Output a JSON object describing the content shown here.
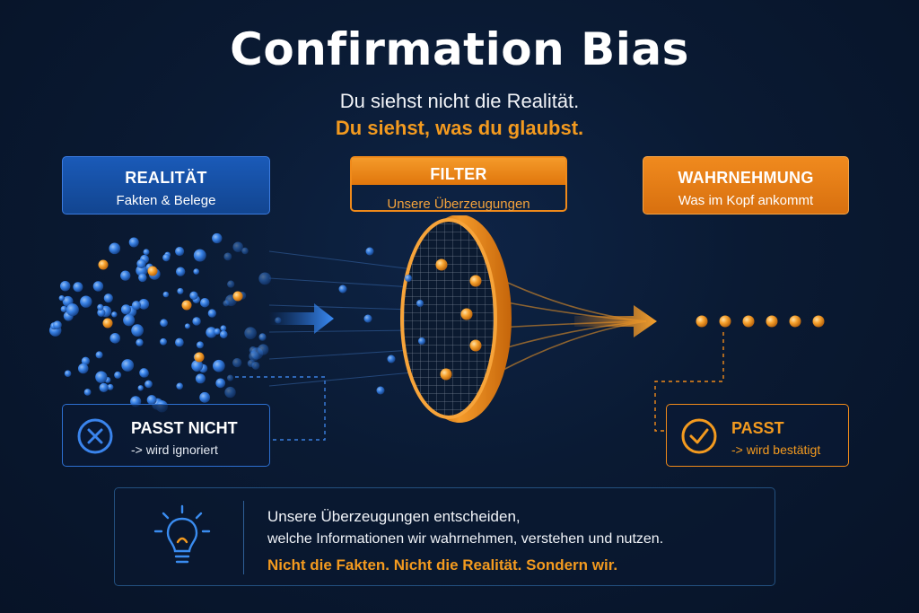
{
  "title": "Confirmation Bias",
  "subtitle": {
    "line1": "Du siehst nicht die Realität.",
    "line2": "Du siehst, was du glaubst."
  },
  "stages": {
    "reality": {
      "title": "REALITÄT",
      "subtitle": "Fakten & Belege"
    },
    "filter": {
      "title": "FILTER",
      "subtitle": "Unsere Überzeugungen"
    },
    "perception": {
      "title": "WAHRNEHMUNG",
      "subtitle": "Was im Kopf ankommt"
    }
  },
  "outcomes": {
    "reject": {
      "title": "PASST NICHT",
      "subtitle": "-> wird ignoriert",
      "icon": "x-circle-icon"
    },
    "accept": {
      "title": "PASST",
      "subtitle": "-> wird bestätigt",
      "icon": "check-circle-icon"
    }
  },
  "insight": {
    "icon": "lightbulb-icon",
    "line1": "Unsere Überzeugungen entscheiden,",
    "line2": "welche Informationen wir wahrnehmen, verstehen und nutzen.",
    "line3": "Nicht die Fakten. Nicht die Realität. Sondern wir."
  },
  "colors": {
    "background": "#0a1a33",
    "blue": "#2d7be8",
    "orange": "#f39a1f"
  }
}
